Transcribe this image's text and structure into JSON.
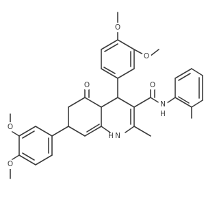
{
  "structure": {
    "colors": {
      "bond": "#3c3c3c",
      "label": "#3c3c3c",
      "background": "#ffffff"
    },
    "labels": {
      "o_ring_top_methoxy": "O",
      "o_ring_top_second_methoxy": "O",
      "o_ketone": "O",
      "o_amide": "O",
      "nh_amide": "N",
      "h_amide": "H",
      "o_left_top_methoxy": "O",
      "o_left_bottom_methoxy": "O",
      "n_ring": "N",
      "h_ring": "H"
    }
  }
}
